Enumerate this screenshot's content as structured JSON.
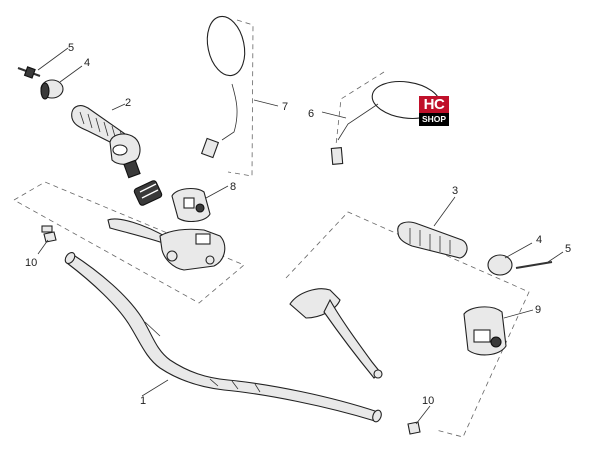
{
  "logo": {
    "top_text": "HC",
    "bottom_text": "SHOP",
    "accent_color": "#c0102a"
  },
  "callouts": {
    "handlebar": "1",
    "grip_left": "2",
    "grip_right": "3",
    "bar_end_weight_left": "4",
    "bar_end_weight_right": "4",
    "screw_left": "5",
    "screw_right": "5",
    "mirror_right_side": "6",
    "mirror_left_side": "7",
    "switch_left": "8",
    "switch_right": "9",
    "clamp_left": "10",
    "clamp_right": "10"
  }
}
